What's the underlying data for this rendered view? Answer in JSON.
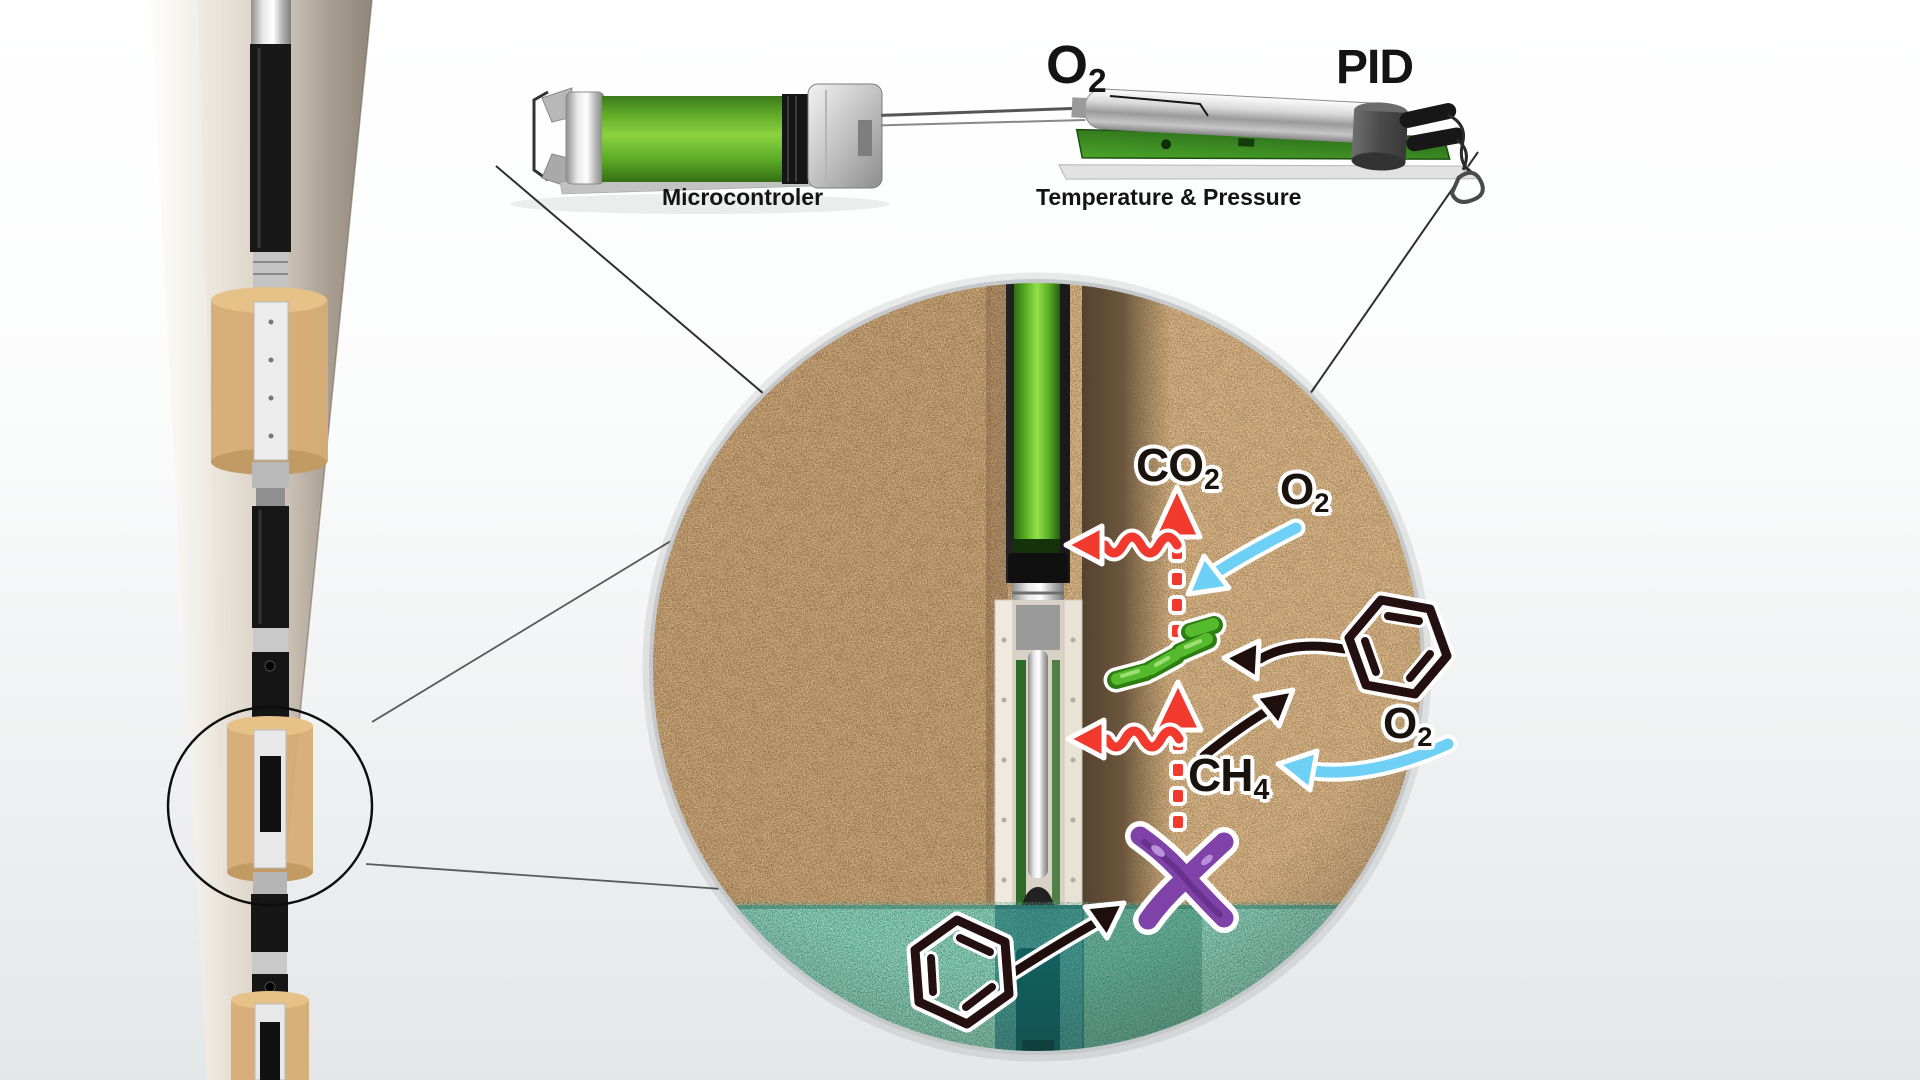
{
  "figure": {
    "background_top": "#ffffff",
    "background_bottom": "#e4e7e9"
  },
  "top_inset": {
    "labels": {
      "o2": {
        "main": "O",
        "sub": "2"
      },
      "pid": "PID",
      "microcontroller": "Microcontroler",
      "temperature_pressure": "Temperature & Pressure"
    }
  },
  "magnified_view": {
    "labels": {
      "co2": {
        "main": "CO",
        "sub": "2"
      },
      "o2_upper": {
        "main": "O",
        "sub": "2"
      },
      "ch4": {
        "main": "CH",
        "sub": "4"
      },
      "o2_lower": {
        "main": "O",
        "sub": "2"
      }
    },
    "colors": {
      "sand": "#c9a173",
      "borehole_shadow": "#5d4a33",
      "groundwater": "#7fc7b2",
      "arrow_red": "#f2392e",
      "arrow_cyan": "#6fd0f5",
      "arrow_black": "#1e0f0d",
      "bacteria_green": "#52b42c",
      "chromosome_purple": "#8246aa",
      "device_green": "#6cc02f"
    },
    "glyphs": {
      "benzene_upper": "benzene-ring",
      "benzene_lower": "benzene-ring",
      "bacteria": "bacteria-rods",
      "chromosome": "chromosome-x"
    }
  }
}
